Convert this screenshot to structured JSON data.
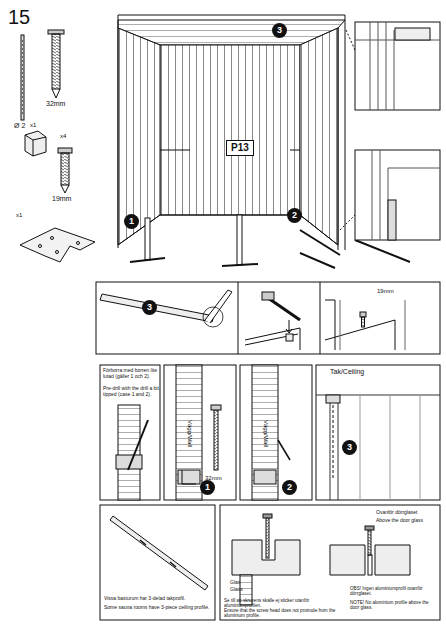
{
  "diagram": {
    "labels": [
      "15",
      "Ø 2",
      "32mm",
      "x1",
      "x4",
      "19mm",
      "x1",
      "3",
      "P13",
      "1",
      "2",
      "3",
      "19mm",
      "Förborra med borren lite lutad (gäller 1 och 2).",
      "Pre-drill with the drill a bit tipped (case 1 and 2).",
      "Vägg/Wall",
      "1",
      "32mm",
      "Vägg/Wall",
      "2",
      "Tak/Ceiling",
      "3",
      "Vissa basturum har 3-delad takprofil.",
      "Some sauna rooms have 3-piece ceiling profile.",
      "Glas",
      "Glass",
      "Se till att skruvens skalle ej sticker utanför aluminiumprofilen.",
      "Ensure that the screw head does not protrude from the aluminium profile.",
      "Ovanför dörrglaset",
      "Above the door glass",
      "OBS! Ingen aluminiumprofil ovanför dörrglaset.",
      "NOTE! No aluminium profile above the door glass."
    ]
  }
}
